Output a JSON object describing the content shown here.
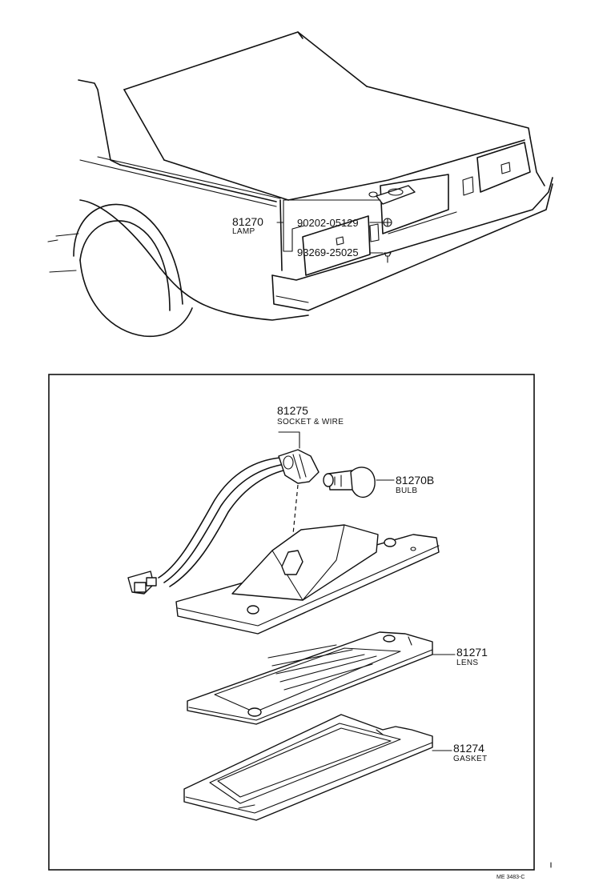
{
  "labels": {
    "lamp_number": "81270",
    "lamp_name": "LAMP",
    "screw_number": "90202-05129",
    "bolt_number": "93269-25025",
    "socket_number": "81275",
    "socket_name": "SOCKET & WIRE",
    "bulb_number": "81270B",
    "bulb_name": "BULB",
    "lens_number": "81271",
    "lens_name": "LENS",
    "gasket_number": "81274",
    "gasket_name": "GASKET",
    "figure_ref": "ME 3483-C"
  }
}
